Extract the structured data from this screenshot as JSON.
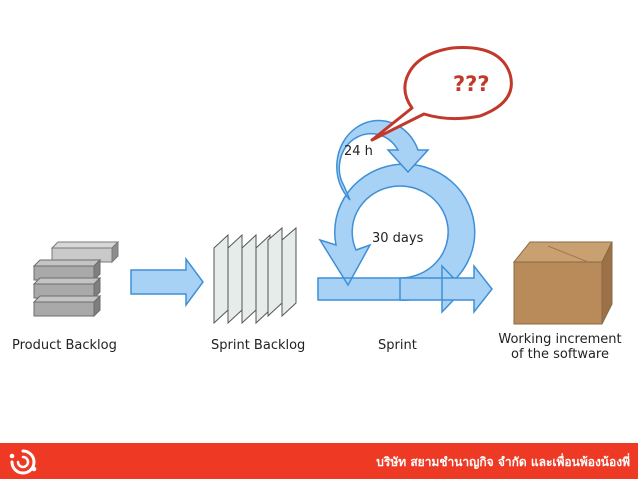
{
  "diagram": {
    "labels": {
      "product_backlog": "Product Backlog",
      "sprint_backlog": "Sprint Backlog",
      "sprint": "Sprint",
      "increment_line1": "Working increment",
      "increment_line2": "of the software",
      "daily": "24 h",
      "sprint_length": "30 days",
      "question": "???"
    },
    "colors": {
      "arrow_fill": "#a8d2f5",
      "arrow_stroke": "#3f8fd6",
      "backlog_block": "#a9a9a9",
      "box": "#b98a5a",
      "question": "#c0392b",
      "footer": "#ee3a24"
    }
  },
  "footer": {
    "company": "บริษัท สยามชำนาญกิจ จำกัด และเพื่อนพ้องน้องพี่"
  }
}
